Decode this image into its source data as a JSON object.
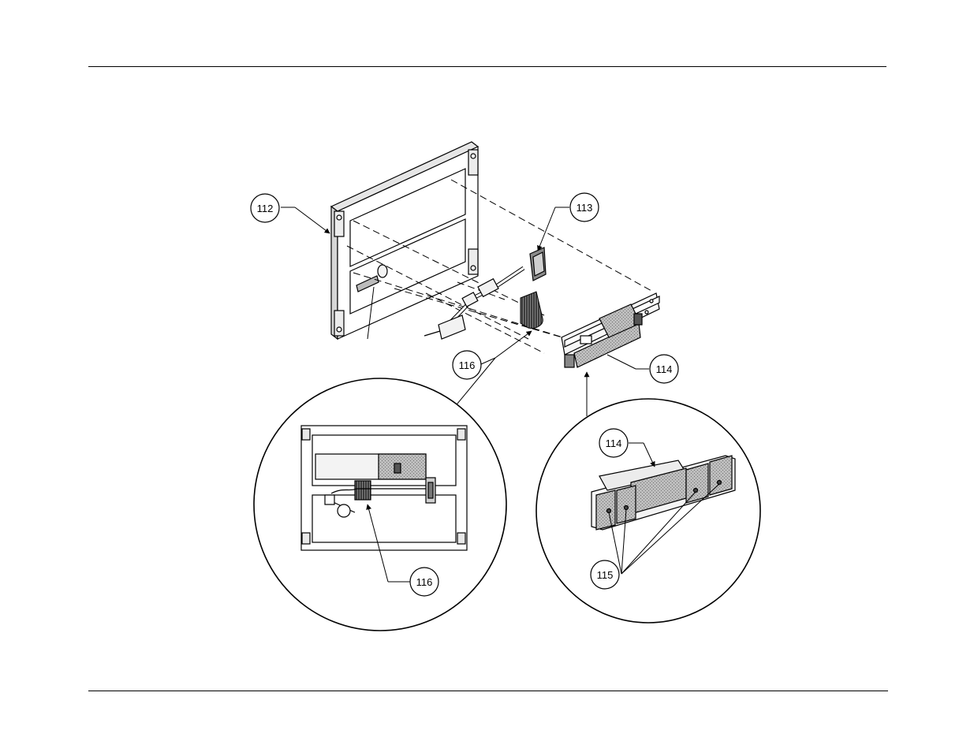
{
  "callouts": {
    "c112": "112",
    "c113": "113",
    "c114_top": "114",
    "c116_top": "116",
    "c116_detail": "116",
    "c114_detail": "114",
    "c115_detail": "115"
  },
  "colors": {
    "line": "#000000",
    "panel_fill": "#ffffff",
    "shade_dark": "#555555",
    "shade_mid": "#9a9a9a",
    "shade_light": "#c8c8c8"
  }
}
